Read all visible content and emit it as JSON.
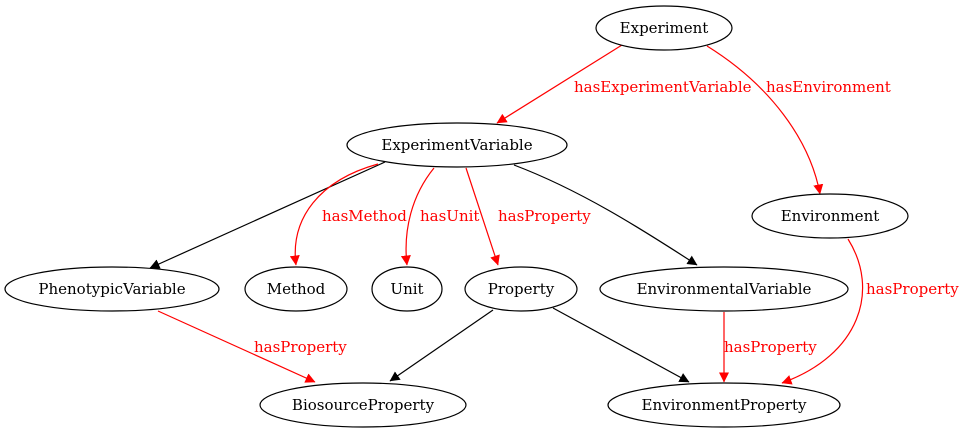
{
  "colors": {
    "relation": "#ff0000",
    "hierarchy": "#000000"
  },
  "nodes": {
    "experiment": "Experiment",
    "experiment_variable": "ExperimentVariable",
    "environment": "Environment",
    "phenotypic_variable": "PhenotypicVariable",
    "method": "Method",
    "unit": "Unit",
    "property": "Property",
    "environmental_variable": "EnvironmentalVariable",
    "biosource_property": "BiosourceProperty",
    "environment_property": "EnvironmentProperty"
  },
  "edge_labels": {
    "has_experiment_variable": "hasExperimentVariable",
    "has_environment": "hasEnvironment",
    "has_method": "hasMethod",
    "has_unit": "hasUnit",
    "has_property_ev": "hasProperty",
    "has_property_pv": "hasProperty",
    "has_property_envvar": "hasProperty",
    "has_property_env": "hasProperty"
  }
}
